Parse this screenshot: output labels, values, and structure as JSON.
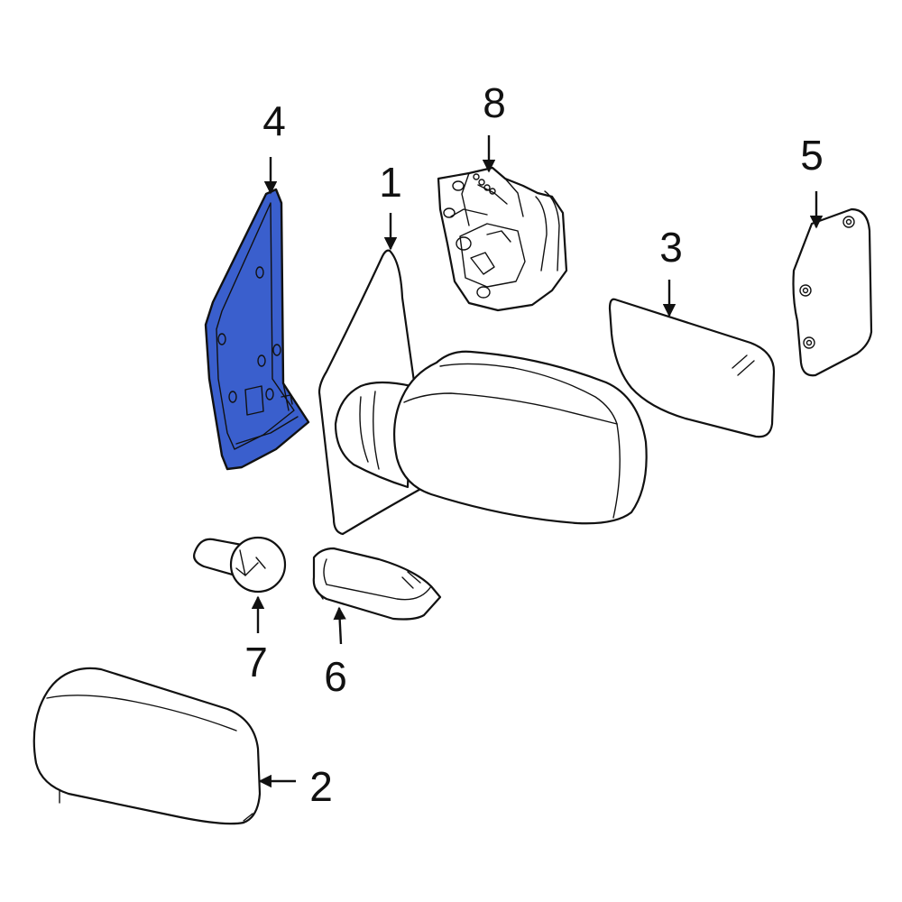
{
  "callouts": [
    {
      "id": "1",
      "label": "1",
      "part": "mirror-assembly"
    },
    {
      "id": "2",
      "label": "2",
      "part": "mirror-cover"
    },
    {
      "id": "3",
      "label": "3",
      "part": "mirror-glass"
    },
    {
      "id": "4",
      "label": "4",
      "part": "mount-bracket"
    },
    {
      "id": "5",
      "label": "5",
      "part": "backing-plate"
    },
    {
      "id": "6",
      "label": "6",
      "part": "signal-lamp"
    },
    {
      "id": "7",
      "label": "7",
      "part": "bulb"
    },
    {
      "id": "8",
      "label": "8",
      "part": "motor"
    }
  ],
  "colors": {
    "highlight": "#3a5fcd",
    "stroke": "#111111",
    "background": "#ffffff"
  }
}
